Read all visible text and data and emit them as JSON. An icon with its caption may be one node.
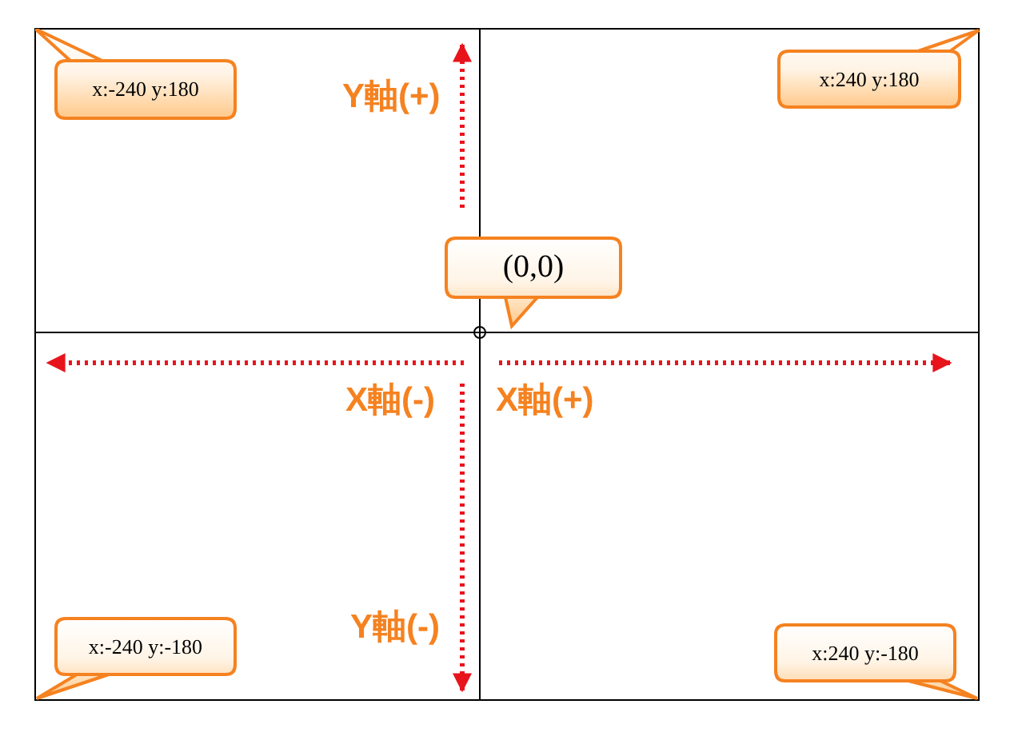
{
  "diagram": {
    "nodes": [
      {
        "text": [
          "x:-240 y:180"
        ]
      },
      {
        "text": [
          "x:240 y:180"
        ]
      },
      {
        "text": [
          "(0,0)"
        ]
      },
      {
        "text": [
          "x:-240 y:-180"
        ]
      },
      {
        "text": [
          "x:240 y:-180"
        ]
      }
    ],
    "labels": [
      "Y軸(+)",
      "X軸(-)",
      "X軸(+)",
      "Y軸(-)"
    ]
  }
}
